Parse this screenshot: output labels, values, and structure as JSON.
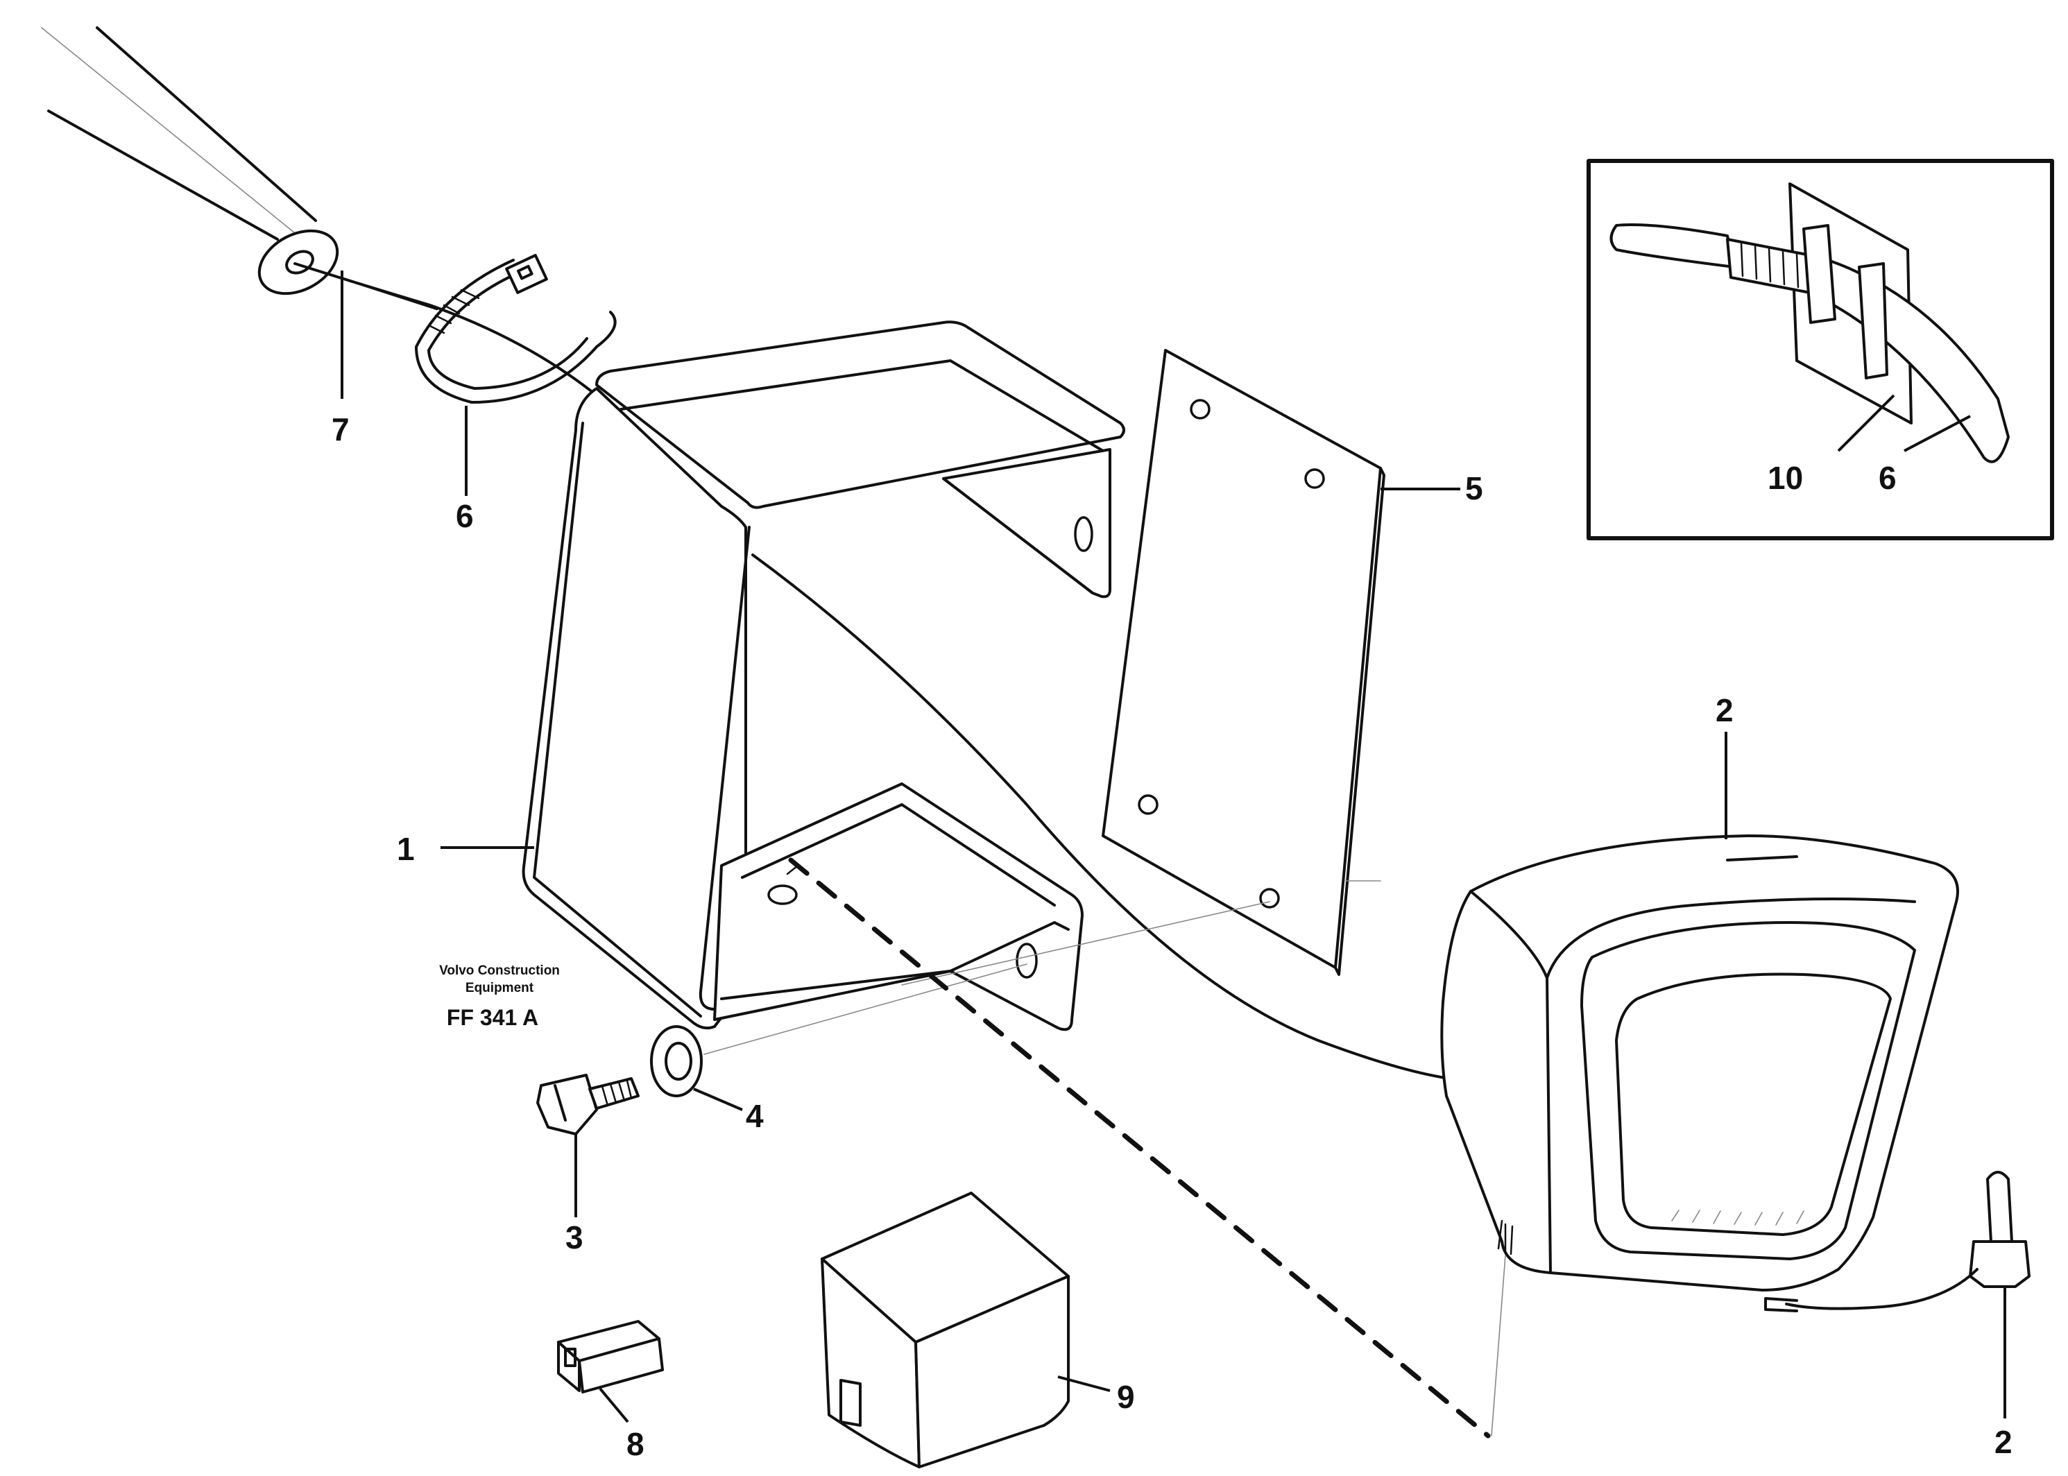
{
  "callouts": {
    "c1": "1",
    "c2_lamp": "2",
    "c2_bulb": "2",
    "c3": "3",
    "c4": "4",
    "c5": "5",
    "c6_main": "6",
    "c6_inset": "6",
    "c7": "7",
    "c8": "8",
    "c9": "9",
    "c10": "10"
  },
  "caption": {
    "line1": "Volvo Construction",
    "line2": "Equipment",
    "code": "FF 341 A"
  }
}
